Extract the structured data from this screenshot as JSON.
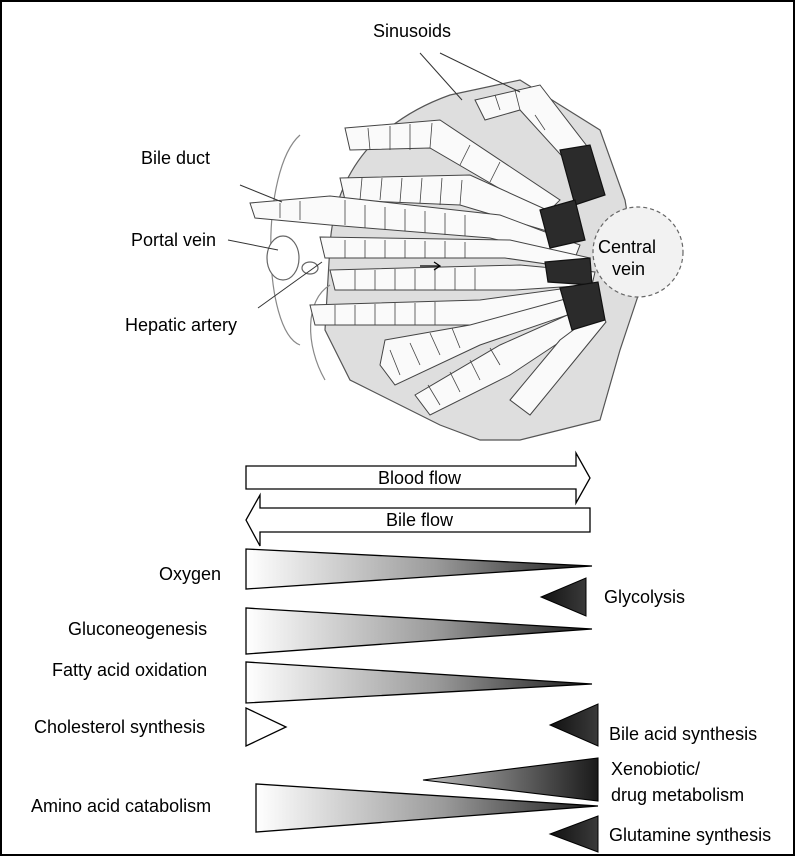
{
  "figure": {
    "anatomy_labels": {
      "sinusoids": "Sinusoids",
      "bile_duct": "Bile duct",
      "portal_vein": "Portal vein",
      "hepatic_artery": "Hepatic artery",
      "central_vein_line1": "Central",
      "central_vein_line2": "vein"
    },
    "flows": {
      "blood_flow": "Blood flow",
      "bile_flow": "Bile flow"
    },
    "gradients": {
      "oxygen": "Oxygen",
      "glycolysis": "Glycolysis",
      "gluconeogenesis": "Gluconeogenesis",
      "fatty_acid_oxidation": "Fatty acid oxidation",
      "cholesterol_synthesis": "Cholesterol synthesis",
      "bile_acid_synthesis": "Bile acid synthesis",
      "xenobiotic_line1": "Xenobiotic/",
      "xenobiotic_line2": "drug metabolism",
      "amino_acid_catabolism": "Amino acid catabolism",
      "glutamine_synthesis": "Glutamine synthesis"
    }
  }
}
